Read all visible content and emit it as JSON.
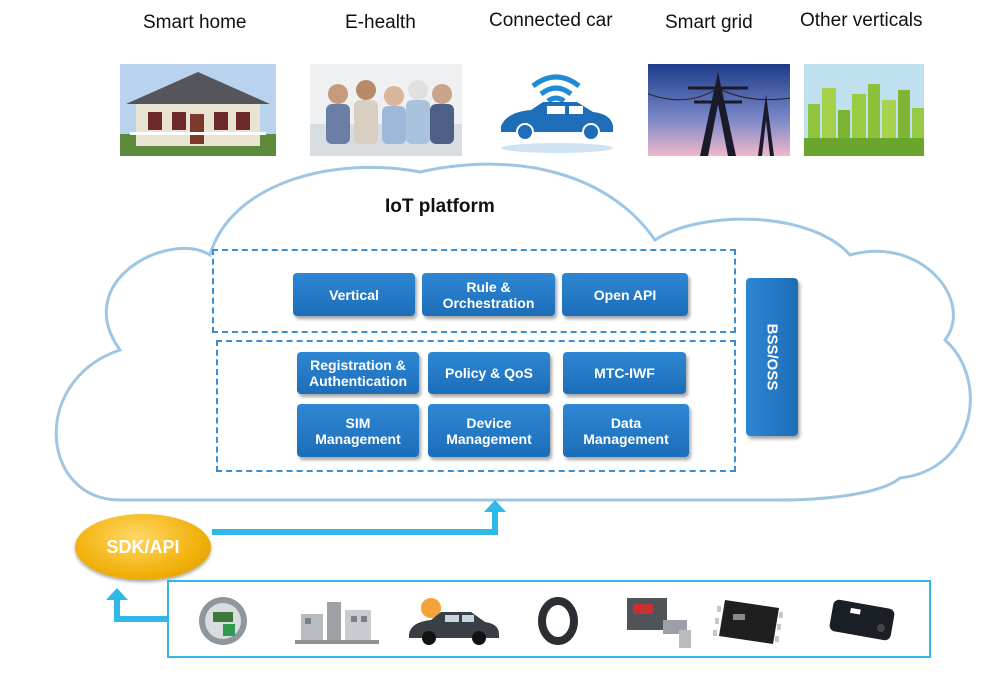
{
  "verticals": [
    {
      "label": "Smart home",
      "icon": "house-photo"
    },
    {
      "label": "E-health",
      "icon": "family-photo"
    },
    {
      "label": "Connected car",
      "icon": "connected-car-icon"
    },
    {
      "label": "Smart grid",
      "icon": "power-tower-photo"
    },
    {
      "label": "Other verticals",
      "icon": "green-city-photo"
    }
  ],
  "platform": {
    "title": "IoT platform",
    "top_layer": [
      "Vertical",
      "Rule &\nOrchestration",
      "Open API"
    ],
    "bottom_layer": [
      "Registration &\nAuthentication",
      "Policy & QoS",
      "MTC-IWF",
      "SIM Management",
      "Device\nManagement",
      "Data Management"
    ],
    "side": "BSS/OSS"
  },
  "sdk": "SDK/API",
  "devices": [
    "smart-meter-icon",
    "factory-icon",
    "car-icon",
    "wristband-icon",
    "pressure-sensor-icon",
    "chip-icon",
    "usb-modem-icon"
  ],
  "colors": {
    "box": "#1f74c2",
    "dash": "#3a8fd4",
    "arrow": "#2fb8e8",
    "sdk": "#f2b10c"
  }
}
